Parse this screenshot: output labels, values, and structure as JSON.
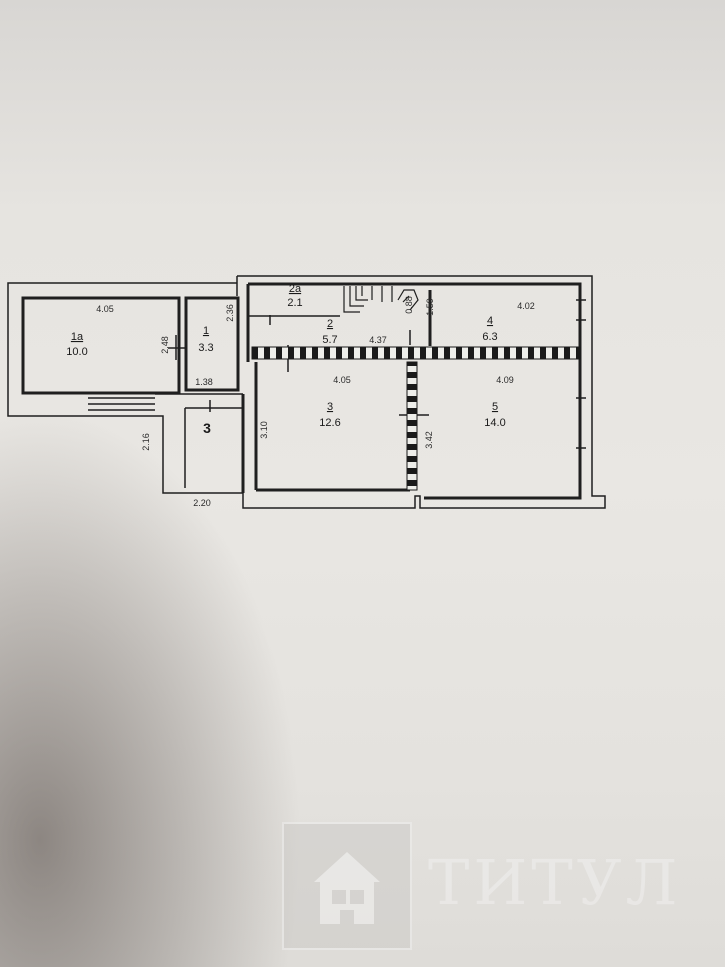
{
  "rooms": [
    {
      "id": "room-1a",
      "number": "1а",
      "area": "10.0"
    },
    {
      "id": "room-1",
      "number": "1",
      "area": "3.3"
    },
    {
      "id": "room-2a",
      "number": "2а",
      "area": "2.1"
    },
    {
      "id": "room-2",
      "number": "2",
      "area": "5.7"
    },
    {
      "id": "room-3-small",
      "number": "3",
      "area": ""
    },
    {
      "id": "room-3",
      "number": "3",
      "area": "12.6"
    },
    {
      "id": "room-4",
      "number": "4",
      "area": "6.3"
    },
    {
      "id": "room-5",
      "number": "5",
      "area": "14.0"
    }
  ],
  "dimensions": {
    "d_405_top": "4.05",
    "d_248": "2.48",
    "d_138": "1.38",
    "d_216": "2.16",
    "d_220": "2.20",
    "d_236": "2.36",
    "d_437": "4.37",
    "d_088": "0.88",
    "d_159": "1.59",
    "d_402": "4.02",
    "d_405_mid": "4.05",
    "d_409": "4.09",
    "d_310": "3.10",
    "d_342": "3.42"
  },
  "watermark": {
    "text": "ТИТУЛ"
  }
}
